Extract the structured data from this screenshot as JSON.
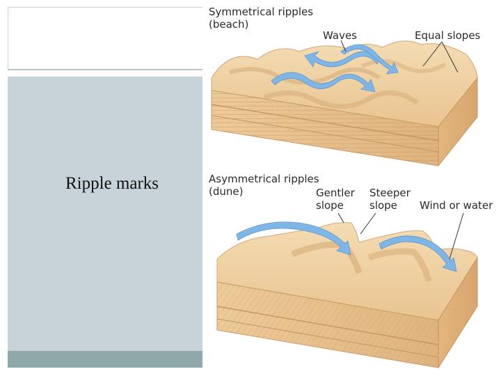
{
  "slide": {
    "title": "Ripple marks"
  },
  "diagram": {
    "symmetrical": {
      "heading_line1": "Symmetrical ripples",
      "heading_line2": "(beach)",
      "waves_label": "Waves",
      "equal_slopes_label": "Equal slopes"
    },
    "asymmetrical": {
      "heading_line1": "Asymmetrical ripples",
      "heading_line2": "(dune)",
      "gentler_line1": "Gentler",
      "gentler_line2": "slope",
      "steeper_line1": "Steeper",
      "steeper_line2": "slope",
      "wind_label": "Wind or water"
    }
  },
  "colors": {
    "panel": "#c8d3d9",
    "bar": "#8fa9ab",
    "sand_top": "#efcf9f",
    "sand_side": "#e6c08d",
    "arrow": "#7fb6e6"
  }
}
